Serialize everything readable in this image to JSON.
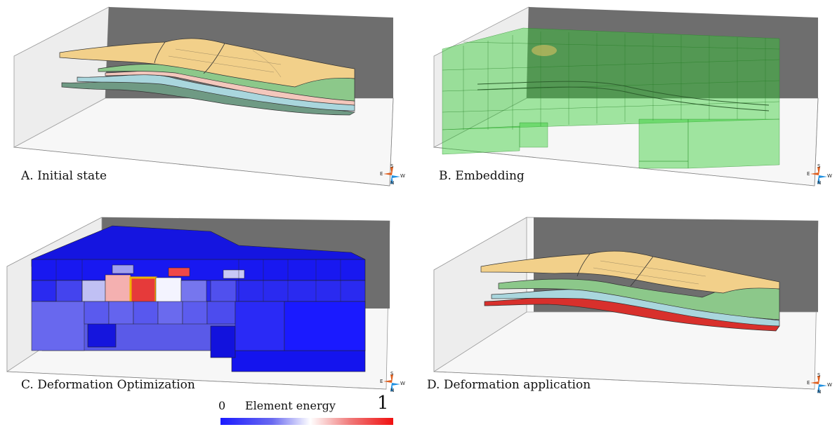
{
  "panels": [
    {
      "id": "A",
      "caption": "A. Initial state"
    },
    {
      "id": "B",
      "caption": "B. Embedding"
    },
    {
      "id": "C",
      "caption": "C. Deformation Optimization"
    },
    {
      "id": "D",
      "caption": "D. Deformation application"
    }
  ],
  "compass": {
    "e": "E",
    "w": "W",
    "s": "S",
    "n": "N"
  },
  "legend": {
    "min": "0",
    "title": "Element energy",
    "max": "1"
  },
  "colors": {
    "layer_top": "#f2d08a",
    "layer_green": "#8cc88a",
    "layer_blue": "#a9d6dd",
    "layer_pink": "#f3c7bc",
    "layer_red": "#d8302c",
    "embed_green": "#33cc33",
    "energy_low": "#1a1aff",
    "energy_high": "#f01010",
    "highlight": "#f0b400",
    "back_wall": "#6e6e6e"
  }
}
